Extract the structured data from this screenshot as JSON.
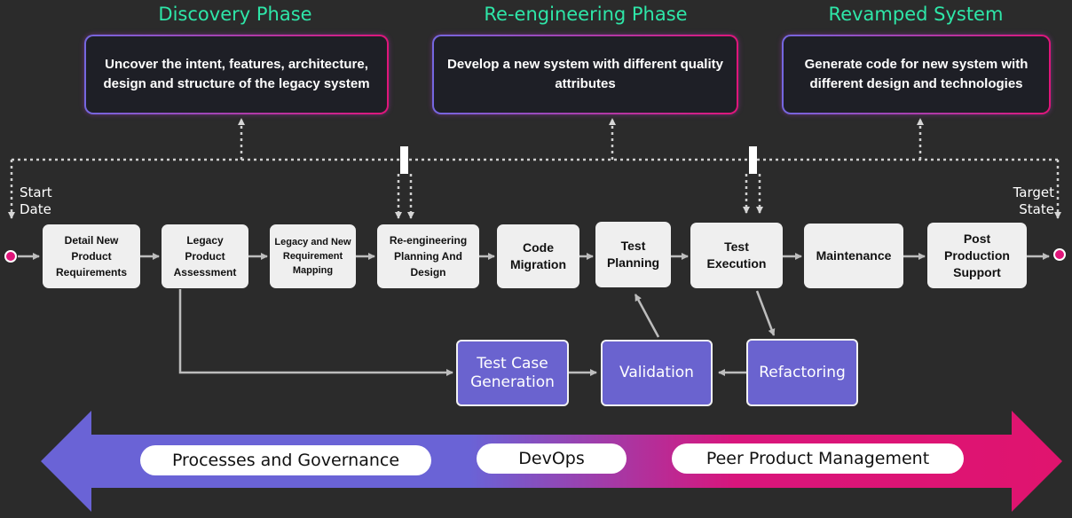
{
  "phases": [
    {
      "title": "Discovery Phase",
      "description": "Uncover the intent, features, architecture, design and structure of the legacy system"
    },
    {
      "title": "Re-engineering Phase",
      "description": "Develop a new system with different quality attributes"
    },
    {
      "title": "Revamped System",
      "description": "Generate code for new system with different design and technologies"
    }
  ],
  "timeline": {
    "start": "Start Date",
    "target": "Target State"
  },
  "steps": [
    "Detail New Product Requirements",
    "Legacy Product Assessment",
    "Legacy and New Requirement Mapping",
    "Re-engineering Planning And Design",
    "Code Migration",
    "Test Planning",
    "Test Execution",
    "Maintenance",
    "Post Production Support"
  ],
  "sub_steps": [
    "Test Case Generation",
    "Validation",
    "Refactoring"
  ],
  "foundations": [
    "Processes and Governance",
    "DevOps",
    "Peer Product Management"
  ],
  "colors": {
    "accent_green": "#2ee6a8",
    "purple": "#6a63cf",
    "magenta": "#e0157a",
    "background": "#2b2b2b"
  }
}
